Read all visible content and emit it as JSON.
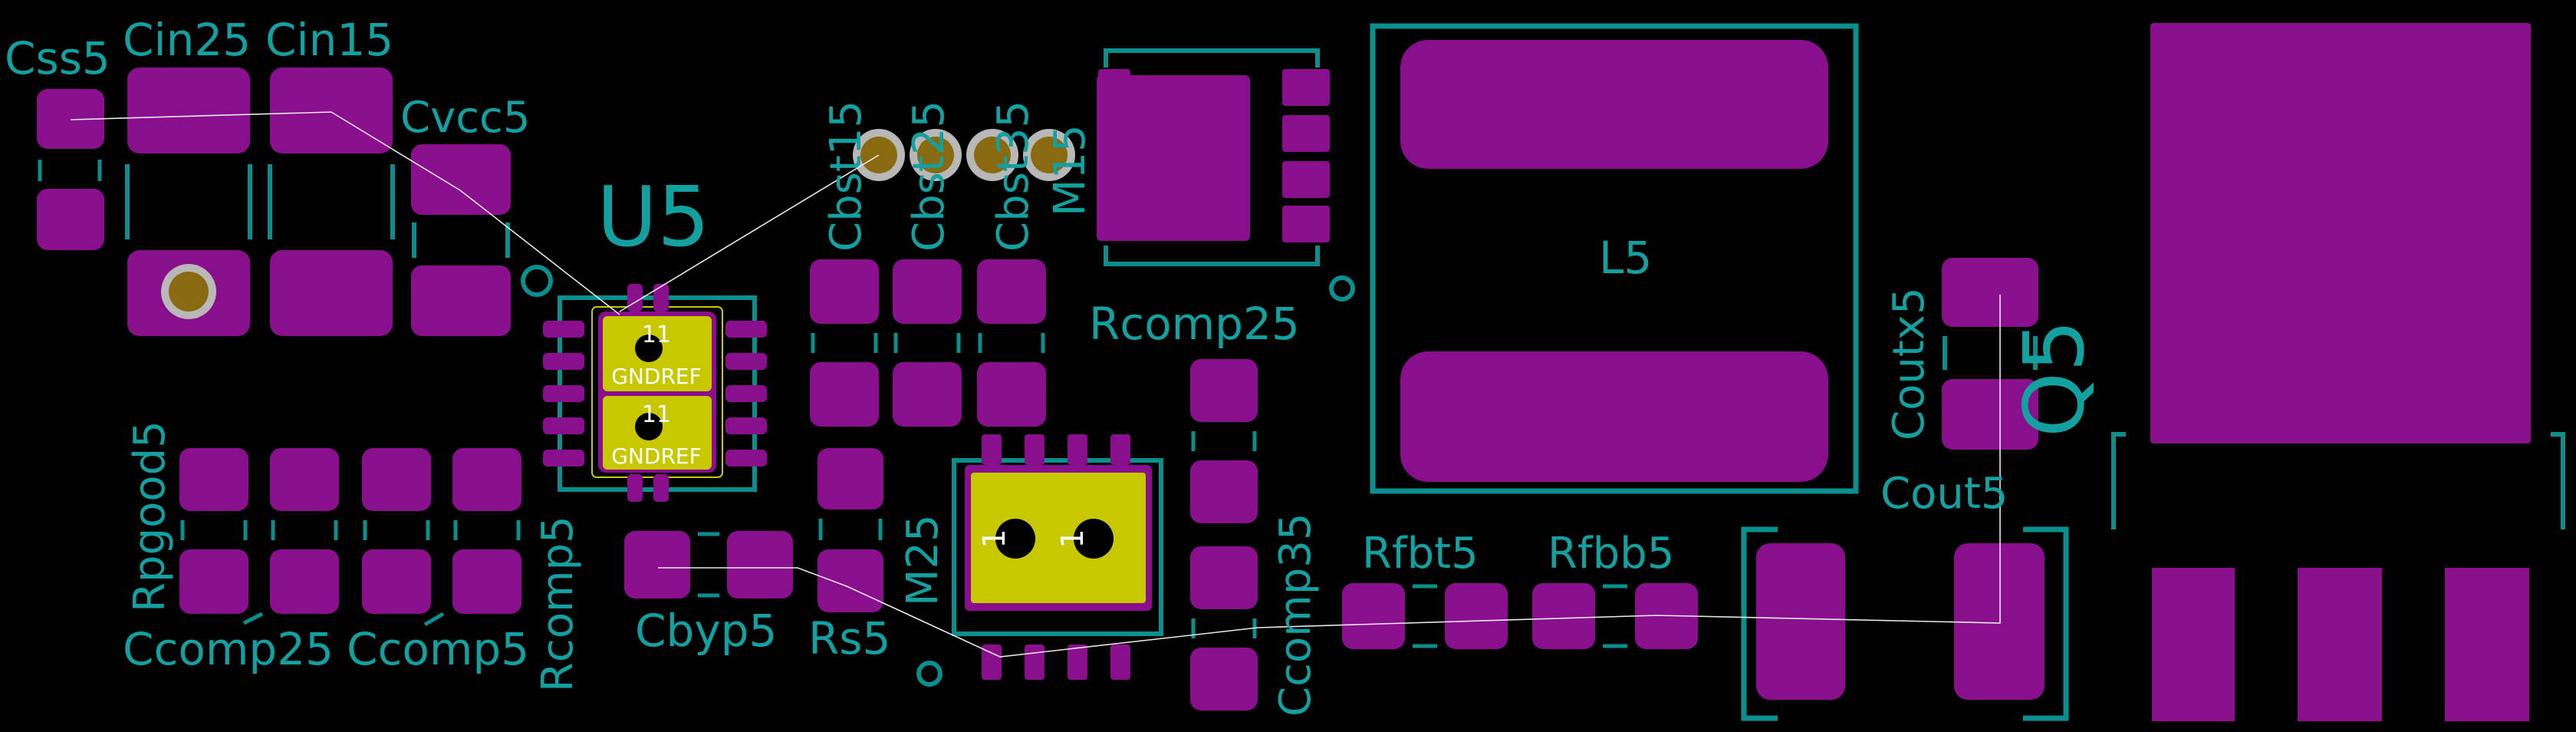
{
  "labels": {
    "css5": "Css5",
    "cin25": "Cin25",
    "cin15": "Cin15",
    "cvcc5": "Cvcc5",
    "u5": "U5",
    "cbst15": "Cbst15",
    "cbst25": "Cbst25",
    "cbst35": "Cbst35",
    "m15": "M15",
    "l5": "L5",
    "rcomp25": "Rcomp25",
    "coutx5": "Coutx5",
    "q5": "Q5",
    "cout5": "Cout5",
    "rpgood5": "Rpgood5",
    "ccomp25": "Ccomp25",
    "ccomp5": "Ccomp5",
    "rcomp5": "Rcomp5",
    "cbyp5": "Cbyp5",
    "rs5": "Rs5",
    "m25": "M25",
    "ccomp35": "Ccomp35",
    "rfbt5": "Rfbt5",
    "rfbb5": "Rfbb5"
  },
  "pad_labels": {
    "u5_pin_a": "11",
    "u5_net_a": "GNDREF",
    "u5_pin_b": "11",
    "u5_net_b": "GNDREF",
    "m25_pad_mark": "1"
  },
  "colors": {
    "background": "#000000",
    "pad": "#8a0f8c",
    "silkscreen": "#0a8f8f",
    "reference": "#12a0a0",
    "ic_pad": "#c8c800",
    "trace": "#e8e8e8"
  }
}
